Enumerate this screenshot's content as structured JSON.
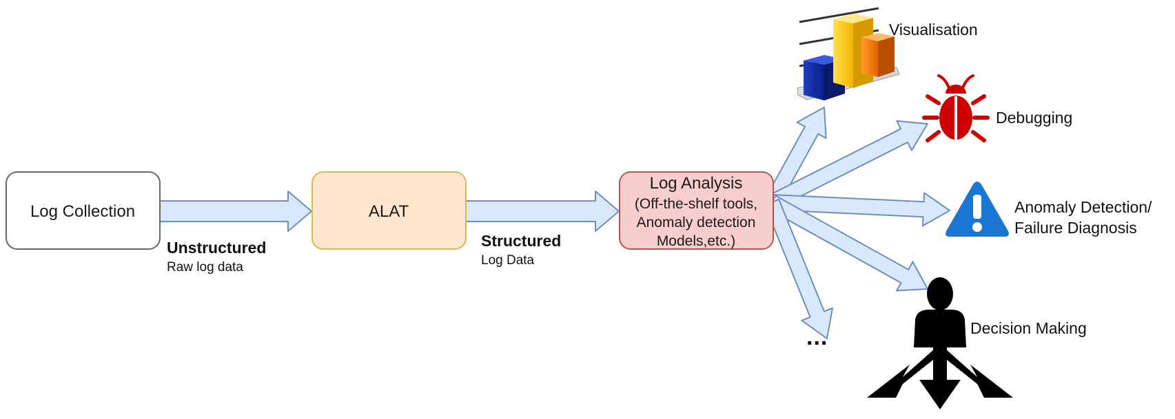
{
  "nodes": {
    "log_collection": "Log Collection",
    "alat": "ALAT",
    "log_analysis": {
      "title": "Log Analysis",
      "lines": [
        "(Off-the-shelf tools,",
        "Anomaly detection",
        "Models,etc.)"
      ]
    }
  },
  "edges": {
    "unstructured": {
      "title": "Unstructured",
      "subtitle": "Raw log data"
    },
    "structured": {
      "title": "Structured",
      "subtitle": "Log Data"
    }
  },
  "outputs": {
    "visualisation": "Visualisation",
    "debugging": "Debugging",
    "anomaly": [
      "Anomaly Detection/",
      "Failure Diagnosis"
    ],
    "decision": "Decision Making",
    "more": "..."
  },
  "icons": {
    "visualisation": "bar-chart-icon",
    "debugging": "bug-icon",
    "anomaly": "warning-icon",
    "decision": "person-decision-icon"
  },
  "colors": {
    "arrow_fill": "#dae8fc",
    "arrow_stroke": "#6c8ebf",
    "log_collection_fill": "#ffffff",
    "log_collection_stroke": "#666666",
    "alat_fill": "#ffe6cc",
    "alat_stroke": "#d6b656",
    "analysis_fill": "#f8cecc",
    "analysis_stroke": "#b85450",
    "bug": "#cc0000",
    "warning": "#1976d2"
  }
}
